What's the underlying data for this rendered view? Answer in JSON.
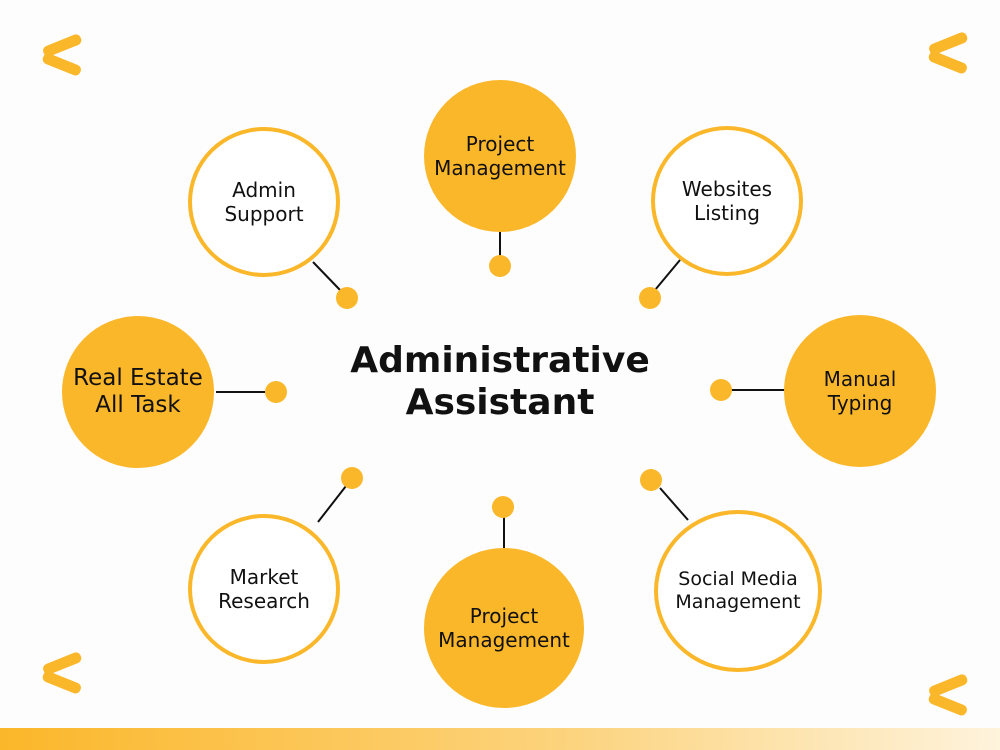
{
  "title": "Administrative Assistant",
  "accent_color": "#fbb72a",
  "nodes": [
    {
      "label": "Project Management",
      "style": "filled",
      "position": "top"
    },
    {
      "label": "Admin Support",
      "style": "outline",
      "position": "top-left"
    },
    {
      "label": "Websites Listing",
      "style": "outline",
      "position": "top-right"
    },
    {
      "label": "Real Estate All Task",
      "style": "filled",
      "position": "left"
    },
    {
      "label": "Manual Typing",
      "style": "filled",
      "position": "right"
    },
    {
      "label": "Market Research",
      "style": "outline",
      "position": "bottom-left"
    },
    {
      "label": "Project Management",
      "style": "filled",
      "position": "bottom"
    },
    {
      "label": "Social Media Management",
      "style": "outline",
      "position": "bottom-right"
    }
  ],
  "decorations": {
    "corner_icon": "chevron-icon"
  }
}
